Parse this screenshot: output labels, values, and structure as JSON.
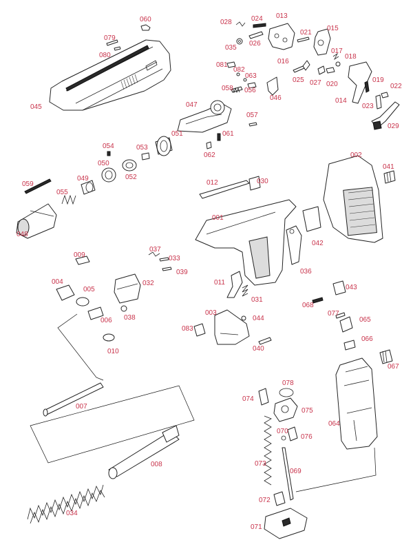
{
  "labels": {
    "p060": "060",
    "p079": "079",
    "p080": "080",
    "p045": "045",
    "p028": "028",
    "p024": "024",
    "p013": "013",
    "p021": "021",
    "p015": "015",
    "p035": "035",
    "p026": "026",
    "p017": "017",
    "p018": "018",
    "p016": "016",
    "p081": "081",
    "p082": "082",
    "p063": "063",
    "p025": "025",
    "p027": "027",
    "p020": "020",
    "p019": "019",
    "p022": "022",
    "p058": "058",
    "p056": "056",
    "p046": "046",
    "p014": "014",
    "p023": "023",
    "p029": "029",
    "p047": "047",
    "p057": "057",
    "p051": "051",
    "p061": "061",
    "p062": "062",
    "p054": "054",
    "p053": "053",
    "p050": "050",
    "p049": "049",
    "p052": "052",
    "p002": "002",
    "p041": "041",
    "p059": "059",
    "p055": "055",
    "p048": "048",
    "p012": "012",
    "p030": "030",
    "p001": "001",
    "p042": "042",
    "p009": "009",
    "p037": "037",
    "p033": "033",
    "p039": "039",
    "p036": "036",
    "p004": "004",
    "p005": "005",
    "p032": "032",
    "p006": "006",
    "p038": "038",
    "p011": "011",
    "p031": "031",
    "p043": "043",
    "p068": "068",
    "p003": "003",
    "p044": "044",
    "p077": "077",
    "p065": "065",
    "p083": "083",
    "p010": "010",
    "p040": "040",
    "p066": "066",
    "p067": "067",
    "p007": "007",
    "p078": "078",
    "p074": "074",
    "p075": "075",
    "p070": "070",
    "p076": "076",
    "p064": "064",
    "p008": "008",
    "p073": "073",
    "p069": "069",
    "p034": "034",
    "p072": "072",
    "p071": "071"
  }
}
